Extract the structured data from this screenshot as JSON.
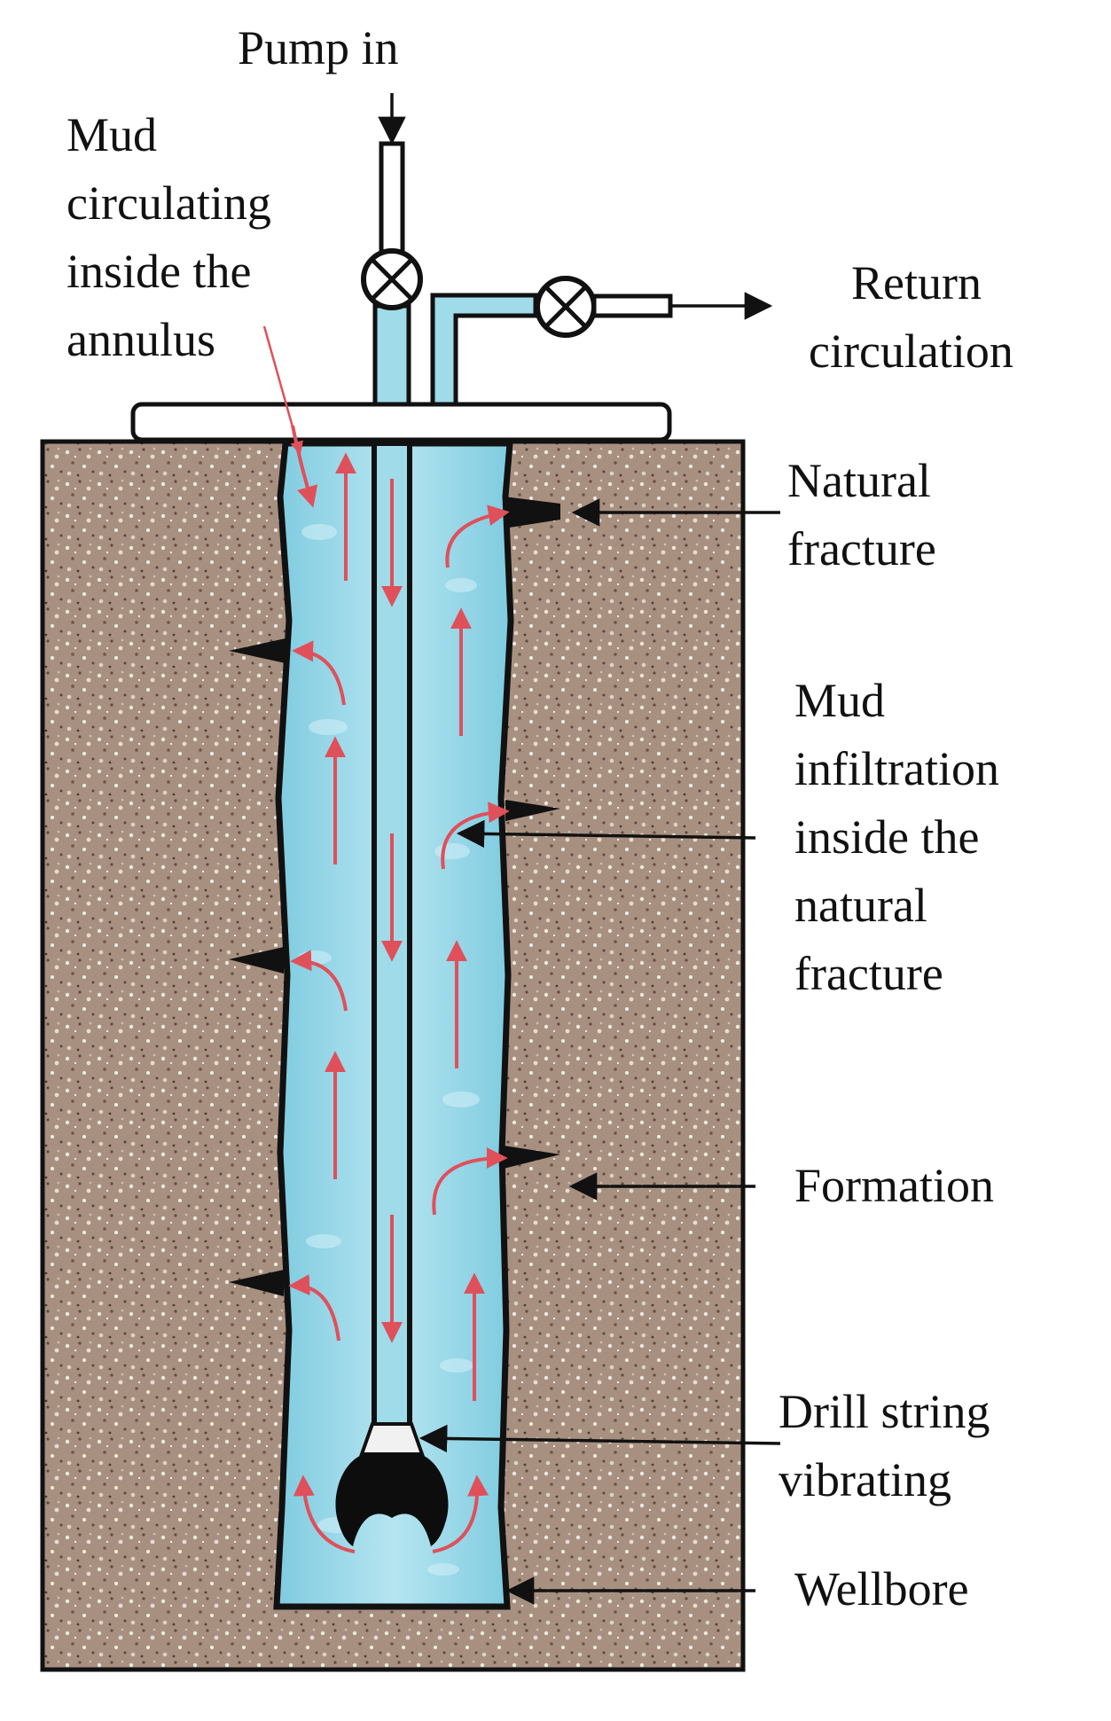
{
  "labels": {
    "pump_in": "Pump in",
    "mud_circulating": [
      "Mud",
      "circulating",
      "inside the",
      "annulus"
    ],
    "return_circulation": [
      "Return",
      "circulation"
    ],
    "natural_fracture": [
      "Natural",
      "fracture"
    ],
    "mud_infiltration": [
      "Mud",
      "infiltration",
      "inside the",
      "natural",
      "fracture"
    ],
    "formation": "Formation",
    "drill_string": [
      "Drill string",
      "vibrating"
    ],
    "wellbore": "Wellbore"
  },
  "colors": {
    "formation": "#a89080",
    "mud": "#8fd3e4",
    "mud_highlight": "#c6ecf5",
    "flow_arrow": "#e0505a",
    "outline": "#111111",
    "pipe": "#e9f7fb"
  }
}
